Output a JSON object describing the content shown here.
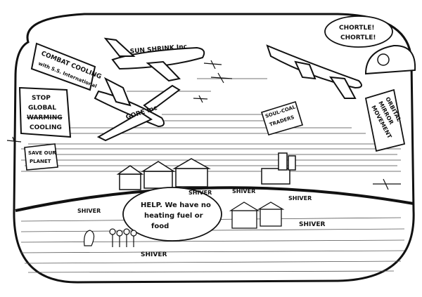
{
  "cartoon": {
    "banners": {
      "combat_cooling": [
        "COMBAT COOLING",
        "with S.S. International"
      ],
      "stop_global": [
        "STOP",
        "GLOBAL",
        "WARMING",
        "COOLING"
      ],
      "save_planet": [
        "SAVE OUR",
        "PLANET"
      ],
      "soul_coal": [
        "SOUL-COAL",
        "TRADERS"
      ],
      "orbital": [
        "ORBITAL",
        "MIRROR",
        "MOVEMENT"
      ]
    },
    "plane_labels": {
      "sun_shrink": "SUN SHRINK Inc",
      "gore": "GORE Inc"
    },
    "chortle": [
      "CHORTLE!",
      "CHORTLE!"
    ],
    "speech": [
      "HELP. We have no",
      "heating fuel or",
      "food"
    ],
    "shiver_words": [
      "SHIVER",
      "SHIVER",
      "SHIVER",
      "SHIVER",
      "SHIVER",
      "SHIVER"
    ]
  }
}
